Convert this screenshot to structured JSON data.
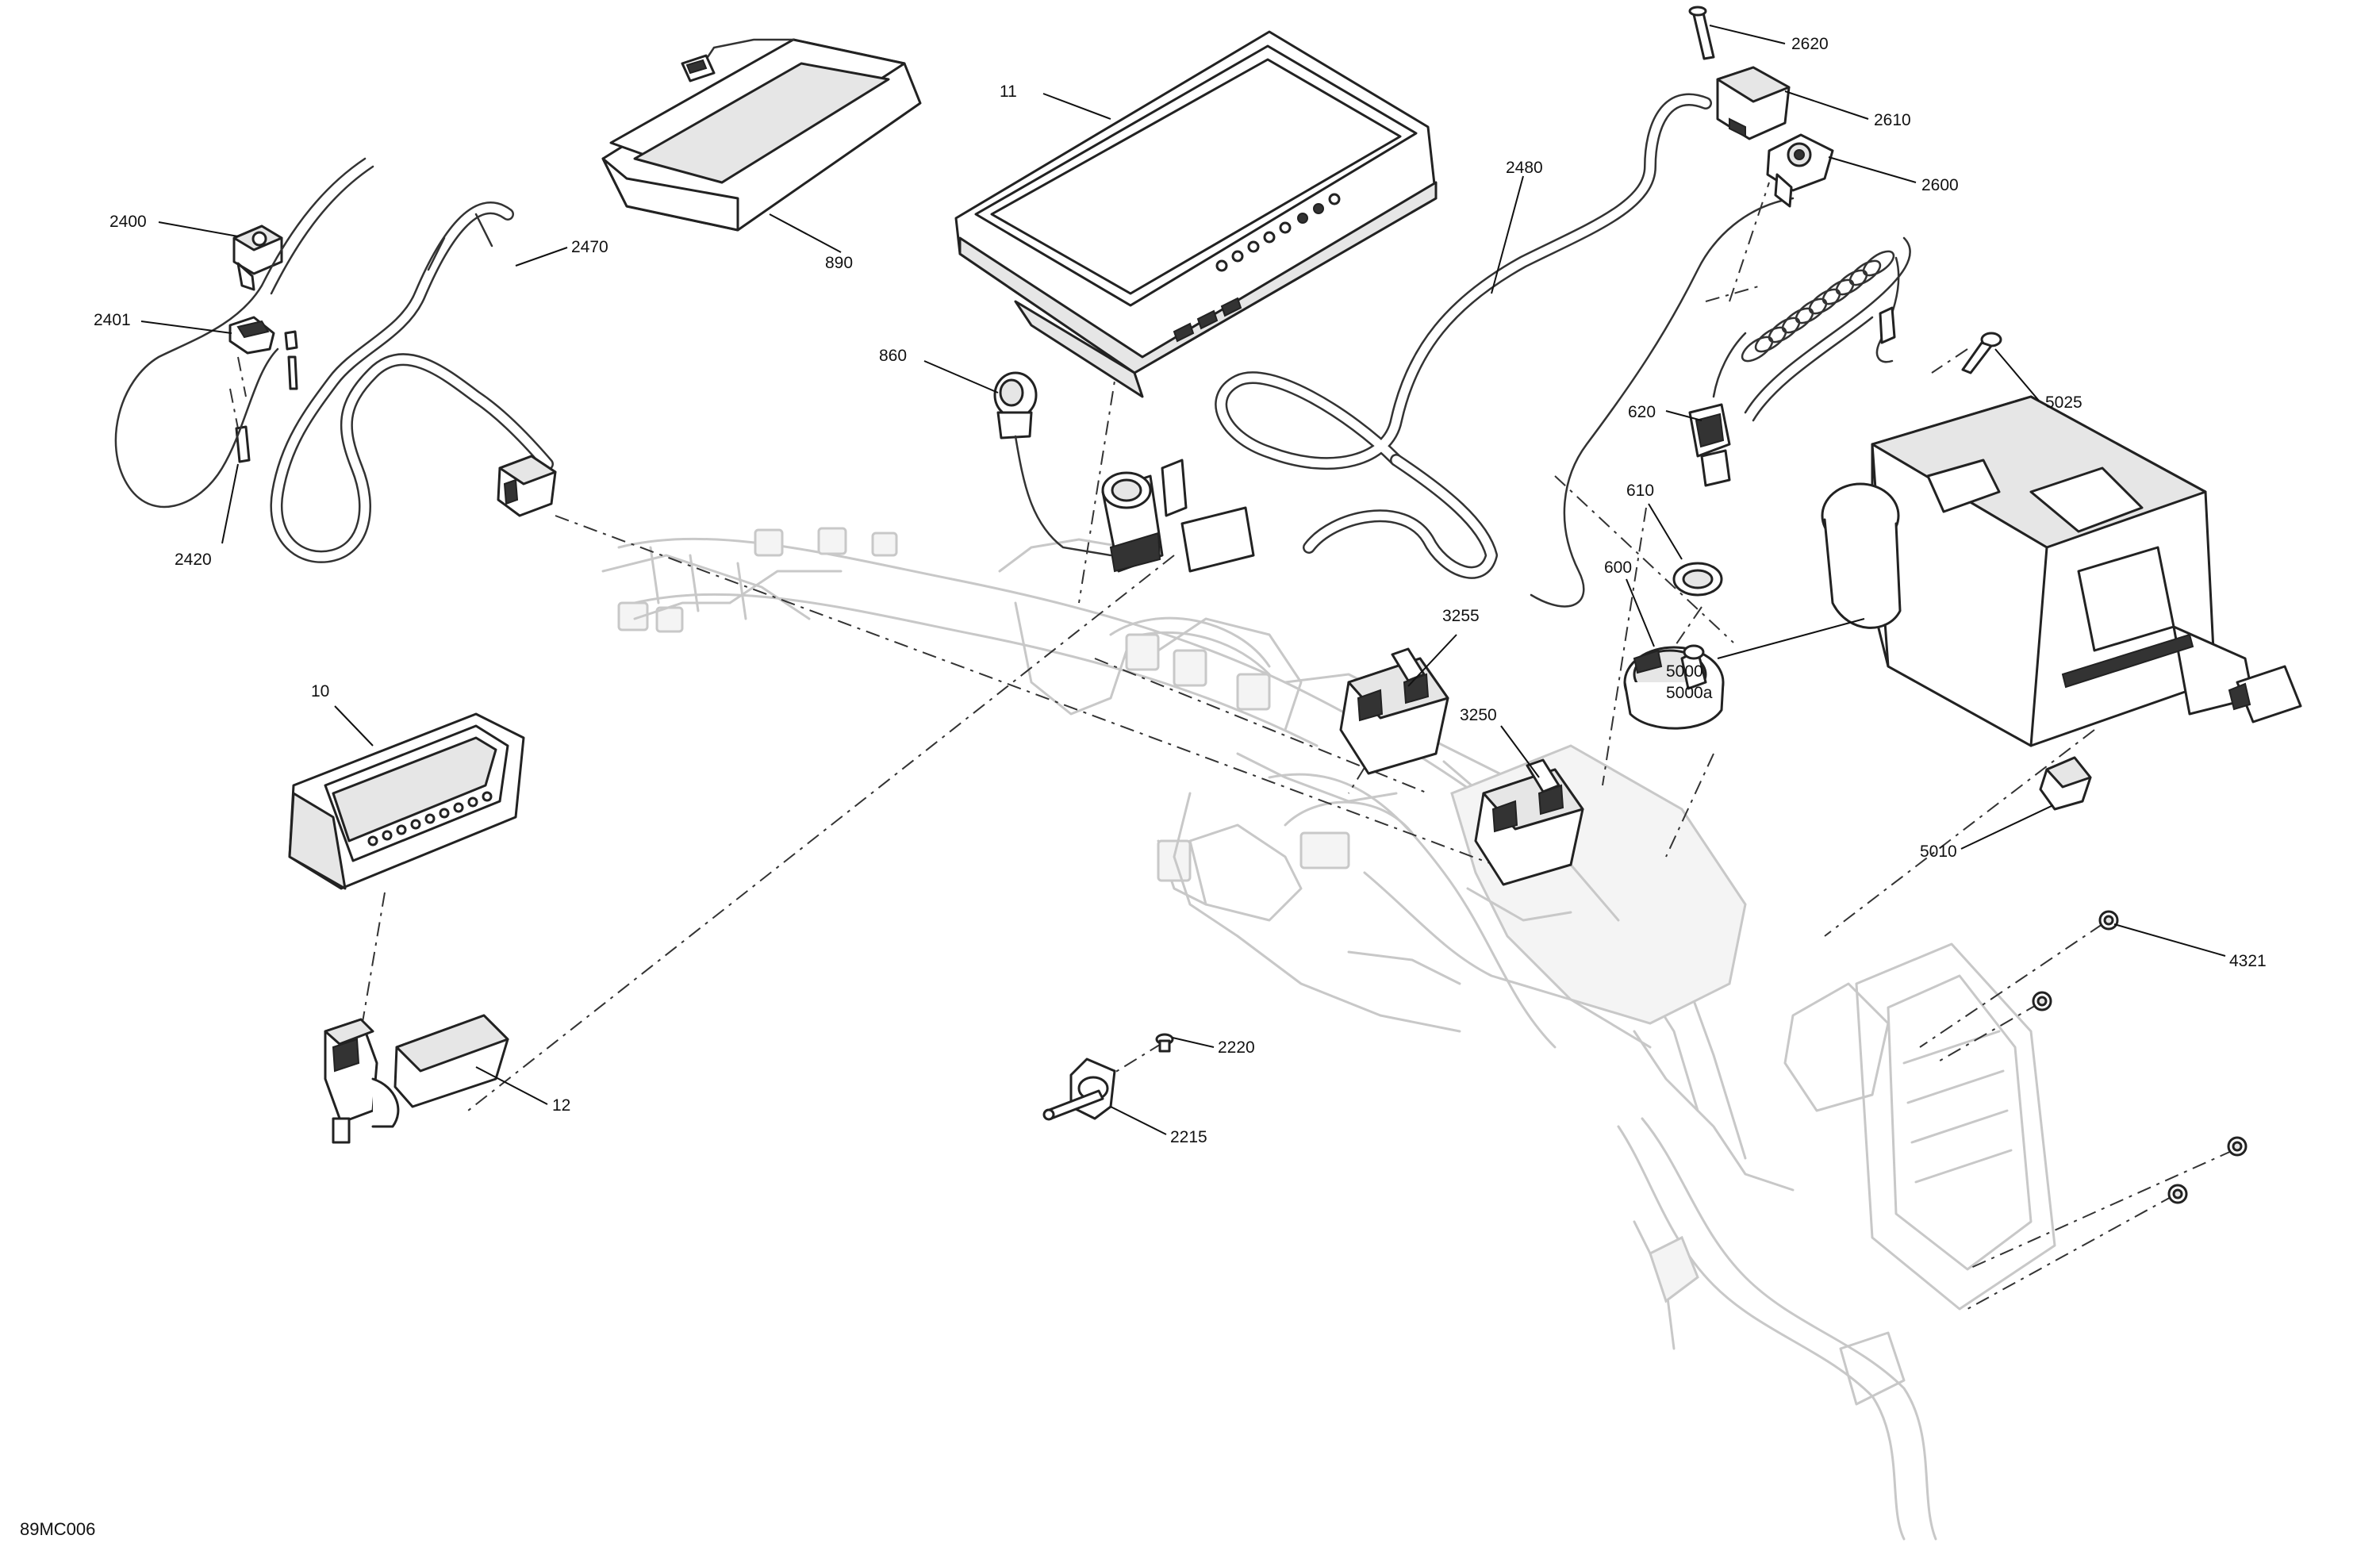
{
  "figure_code": "89MC006",
  "callouts": {
    "c2400": "2400",
    "c2401": "2401",
    "c2420": "2420",
    "c2470": "2470",
    "c890": "890",
    "c11": "11",
    "c860": "860",
    "c2480": "2480",
    "c2620": "2620",
    "c2610": "2610",
    "c2600": "2600",
    "c5025": "5025",
    "c620": "620",
    "c610": "610",
    "c600": "600",
    "c3255": "3255",
    "c3250": "3250",
    "c5000": "5000",
    "c5000a": "5000a",
    "c5010": "5010",
    "c10": "10",
    "c4321": "4321",
    "c2220": "2220",
    "c2215": "2215",
    "c12": "12"
  }
}
